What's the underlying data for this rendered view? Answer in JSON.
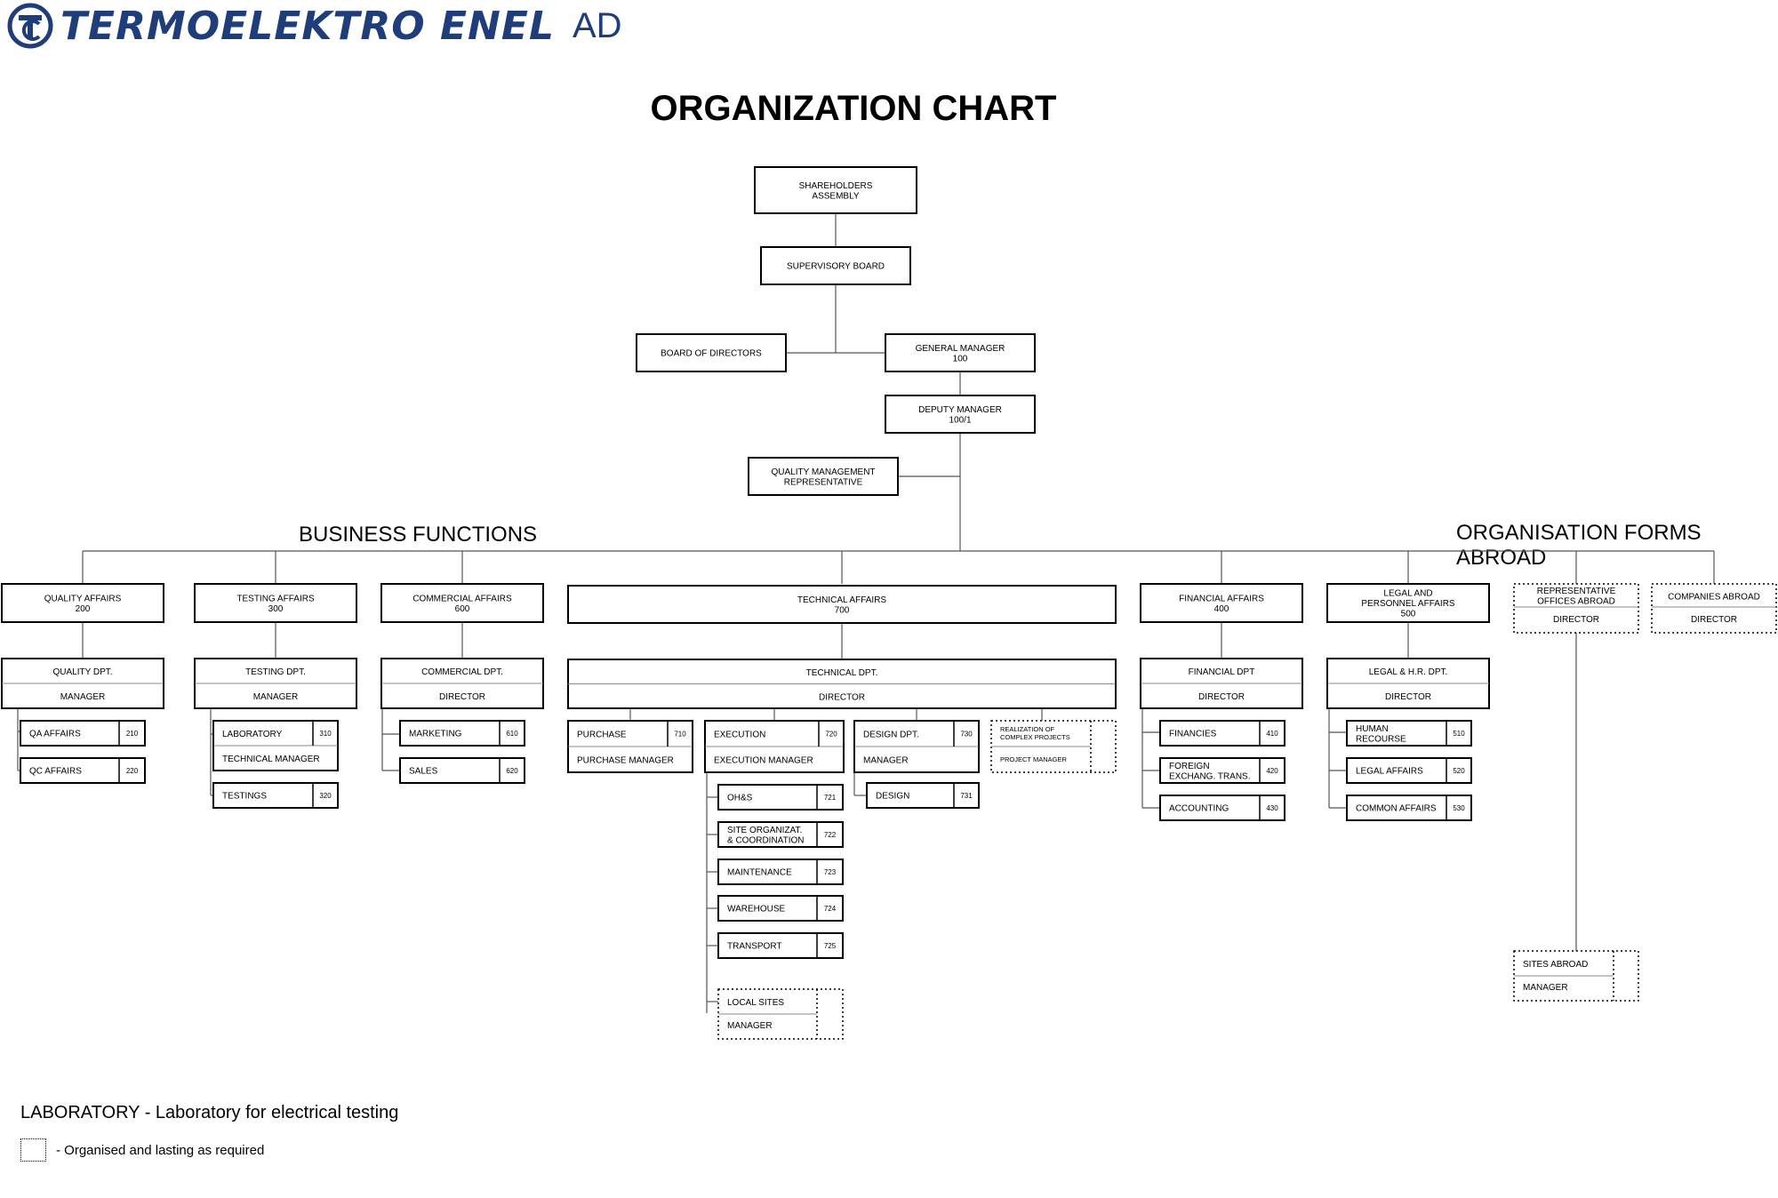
{
  "header": {
    "logo_text": "TERMOELEKTRO ENEL",
    "logo_suffix": "AD",
    "title": "ORGANIZATION CHART"
  },
  "sections": {
    "business": "BUSINESS FUNCTIONS",
    "abroad": "ORGANISATION FORMS ABROAD"
  },
  "top": {
    "shareholders": [
      "SHAREHOLDERS",
      "ASSEMBLY"
    ],
    "supervisory": [
      "SUPERVISORY BOARD"
    ],
    "board": [
      "BOARD OF DIRECTORS"
    ],
    "gm": [
      "GENERAL MANAGER",
      "100"
    ],
    "deputy": [
      "DEPUTY MANAGER",
      "100/1"
    ],
    "qmr": [
      "QUALITY MANAGEMENT",
      "REPRESENTATIVE"
    ]
  },
  "divisions": {
    "d200": [
      "QUALITY AFFAIRS",
      "200"
    ],
    "d300": [
      "TESTING AFFAIRS",
      "300"
    ],
    "d600": [
      "COMMERCIAL AFFAIRS",
      "600"
    ],
    "d700": [
      "TECHNICAL AFFAIRS",
      "700"
    ],
    "d400": [
      "FINANCIAL AFFAIRS",
      "400"
    ],
    "d500": [
      "LEGAL AND",
      "PERSONNEL AFFAIRS",
      "500"
    ],
    "rep": [
      "REPRESENTATIVE",
      "OFFICES ABROAD"
    ],
    "rep_role": "DIRECTOR",
    "comp": [
      "COMPANIES ABROAD"
    ],
    "comp_role": "DIRECTOR"
  },
  "departments": {
    "q": {
      "name": "QUALITY DPT.",
      "role": "MANAGER"
    },
    "t": {
      "name": "TESTING DPT.",
      "role": "MANAGER"
    },
    "c": {
      "name": "COMMERCIAL DPT.",
      "role": "DIRECTOR"
    },
    "tech": {
      "name": "TECHNICAL DPT.",
      "role": "DIRECTOR"
    },
    "f": {
      "name": "FINANCIAL DPT",
      "role": "DIRECTOR"
    },
    "l": {
      "name": "LEGAL & H.R. DPT.",
      "role": "DIRECTOR"
    }
  },
  "units": {
    "u210": {
      "name": [
        "QA AFFAIRS"
      ],
      "code": "210"
    },
    "u220": {
      "name": [
        "QC AFFAIRS"
      ],
      "code": "220"
    },
    "u310": {
      "name": [
        "LABORATORY"
      ],
      "code": "310",
      "role": "TECHNICAL MANAGER"
    },
    "u320": {
      "name": [
        "TESTINGS"
      ],
      "code": "320"
    },
    "u610": {
      "name": [
        "MARKETING"
      ],
      "code": "610"
    },
    "u620": {
      "name": [
        "SALES"
      ],
      "code": "620"
    },
    "u710": {
      "name": [
        "PURCHASE"
      ],
      "code": "710",
      "role": "PURCHASE MANAGER"
    },
    "u720": {
      "name": [
        "EXECUTION"
      ],
      "code": "720",
      "role": "EXECUTION MANAGER"
    },
    "u730": {
      "name": [
        "DESIGN DPT."
      ],
      "code": "730",
      "role": "MANAGER"
    },
    "rcp": {
      "name": [
        "REALIZATION OF",
        "COMPLEX PROJECTS"
      ],
      "role": "PROJECT MANAGER"
    },
    "u721": {
      "name": [
        "OH&S"
      ],
      "code": "721"
    },
    "u722": {
      "name": [
        "SITE ORGANIZAT.",
        "& COORDINATION"
      ],
      "code": "722"
    },
    "u723": {
      "name": [
        "MAINTENANCE"
      ],
      "code": "723"
    },
    "u724": {
      "name": [
        "WAREHOUSE"
      ],
      "code": "724"
    },
    "u725": {
      "name": [
        "TRANSPORT"
      ],
      "code": "725"
    },
    "local": {
      "name": [
        "LOCAL SITES"
      ],
      "role": "MANAGER"
    },
    "u731": {
      "name": [
        "DESIGN"
      ],
      "code": "731"
    },
    "u410": {
      "name": [
        "FINANCIES"
      ],
      "code": "410"
    },
    "u420": {
      "name": [
        "FOREIGN",
        "EXCHANG. TRANS."
      ],
      "code": "420"
    },
    "u430": {
      "name": [
        "ACCOUNTING"
      ],
      "code": "430"
    },
    "u510": {
      "name": [
        "HUMAN",
        "RECOURSE"
      ],
      "code": "510"
    },
    "u520": {
      "name": [
        "LEGAL AFFAIRS"
      ],
      "code": "520"
    },
    "u530": {
      "name": [
        "COMMON AFFAIRS"
      ],
      "code": "530"
    },
    "sites": {
      "name": [
        "SITES ABROAD"
      ],
      "role": "MANAGER"
    }
  },
  "legend": {
    "lab": "LABORATORY - Laboratory for electrical testing",
    "dotted": "- Organised and lasting as required"
  }
}
